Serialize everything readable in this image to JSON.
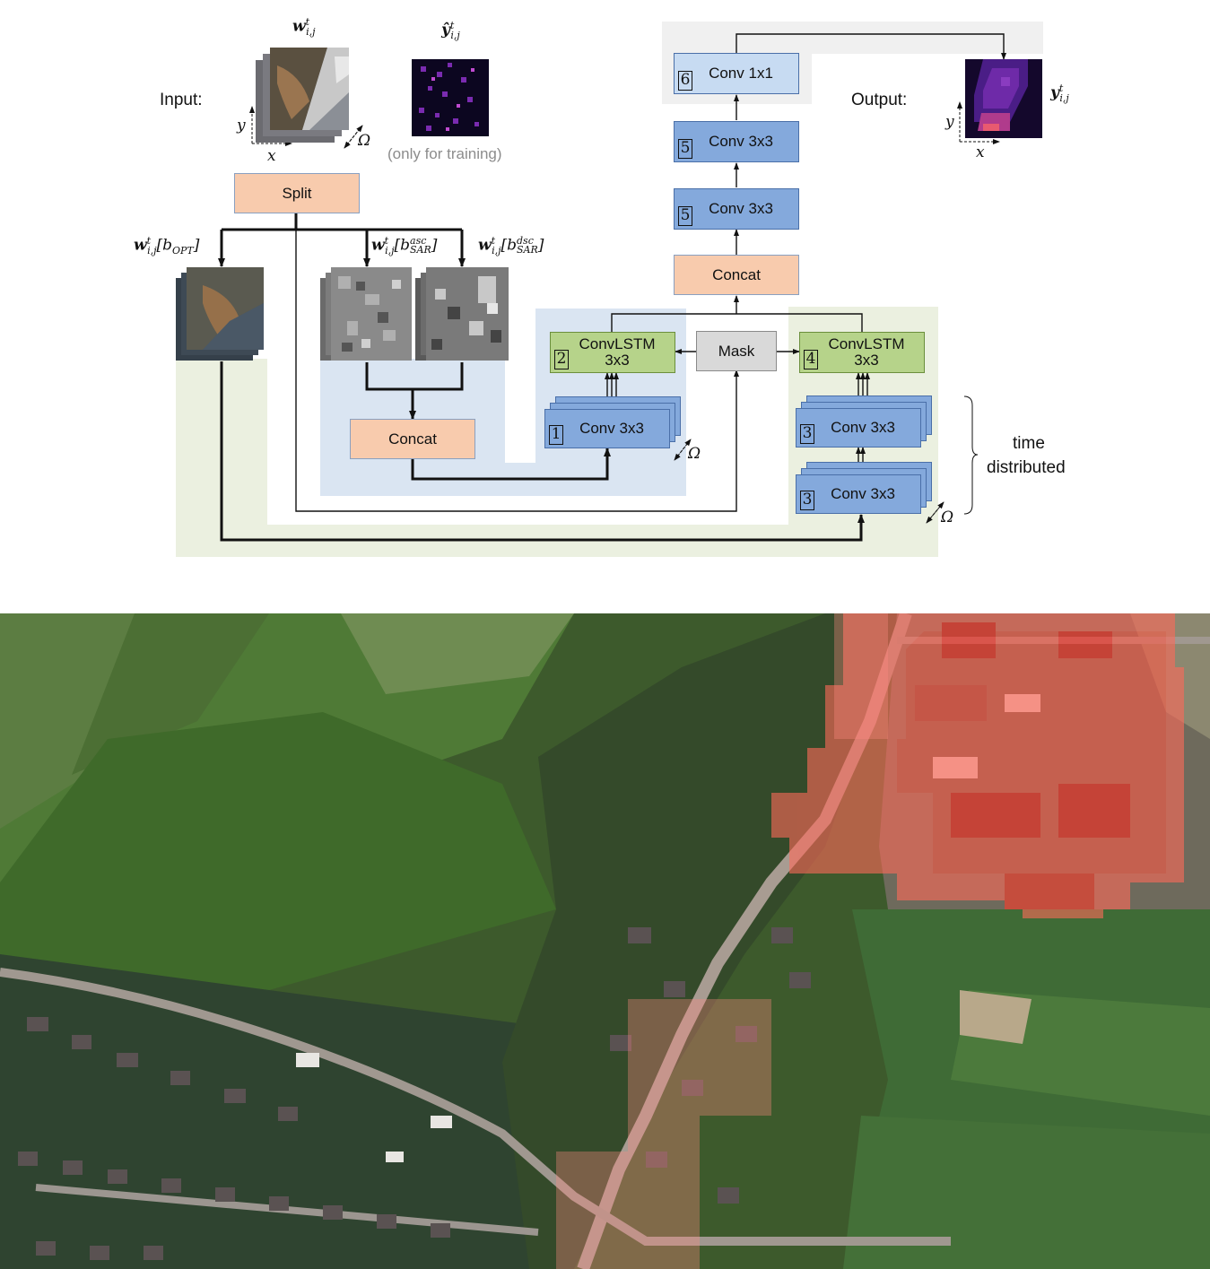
{
  "input_label": "Input:",
  "output_label": "Output:",
  "training_note": "(only for training)",
  "time_distributed": [
    "time",
    "distributed"
  ],
  "boxes": {
    "split": "Split",
    "concat_sar": "Concat",
    "concat_top": "Concat",
    "mask": "Mask",
    "conv1": "Conv 3x3",
    "convlstm2_line1": "ConvLSTM",
    "convlstm2_line2": "3x3",
    "convlstm4_line1": "ConvLSTM",
    "convlstm4_line2": "3x3",
    "conv3a": "Conv 3x3",
    "conv3b": "Conv 3x3",
    "conv5a": "Conv 3x3",
    "conv5b": "Conv 3x3",
    "conv6": "Conv 1x1"
  },
  "numbers": {
    "n1": "1",
    "n2": "2",
    "n3a": "3",
    "n3b": "3",
    "n4": "4",
    "n5a": "5",
    "n5b": "5",
    "n6": "6"
  },
  "symbols": {
    "w": "w",
    "y": "y",
    "yhat": "ŷ",
    "t": "t",
    "ij": "i,j",
    "b_opt": "[b",
    "opt": "OPT",
    "b_sar": "[b",
    "asc": "asc",
    "dsc": "dsc",
    "sar": "SAR",
    "close": "]",
    "omega": "Ω",
    "axis_x": "x",
    "axis_y": "y"
  },
  "colors": {
    "orange": "#f8cbad",
    "blue": "#84a9dc",
    "green": "#b6d38a",
    "grey": "#d9d9d9",
    "region_blue": "#dae5f2",
    "region_green": "#ebf0e0",
    "heat": "#ff3b30"
  }
}
